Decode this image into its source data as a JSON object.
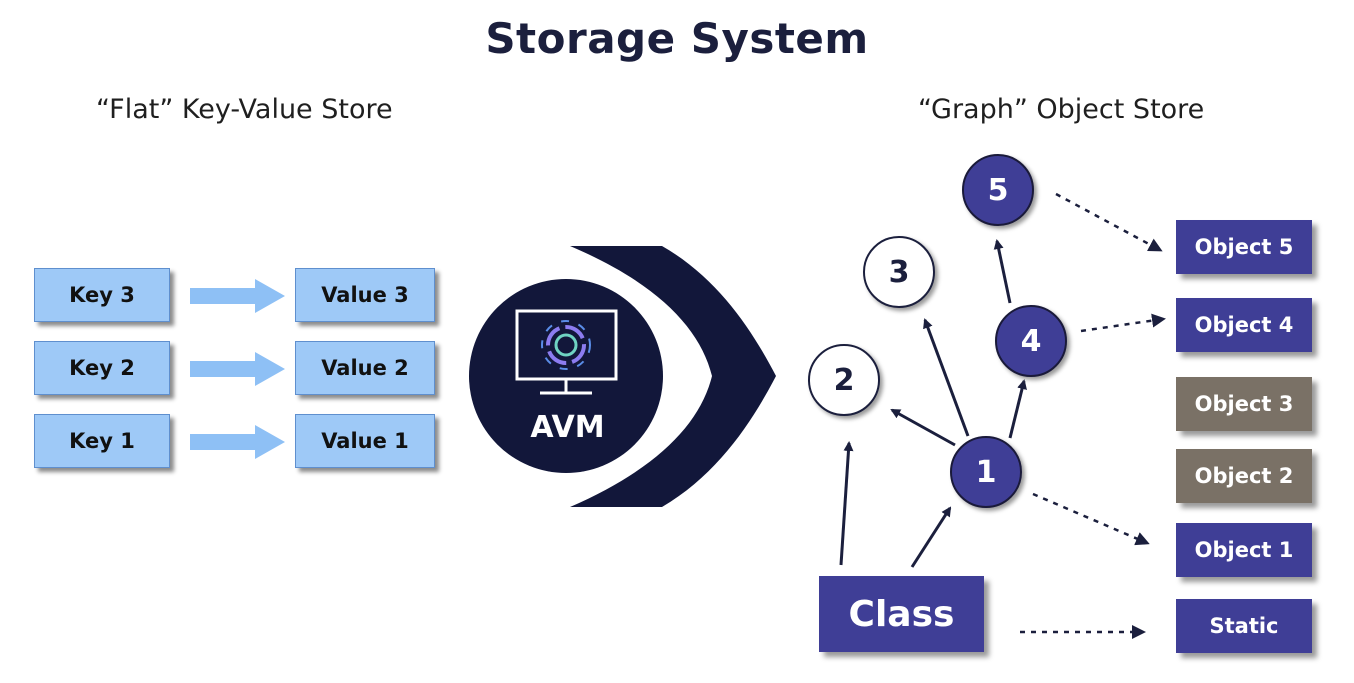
{
  "title": "Storage System",
  "flat_store": {
    "title": "“Flat” Key-Value Store",
    "pairs": [
      {
        "key": "Key 3",
        "value": "Value 3"
      },
      {
        "key": "Key 2",
        "value": "Value 2"
      },
      {
        "key": "Key 1",
        "value": "Value 1"
      }
    ]
  },
  "avm": {
    "label": "AVM",
    "icon": "monitor-logo-icon"
  },
  "graph_store": {
    "title": "“Graph” Object Store",
    "nodes": [
      "5",
      "3",
      "4",
      "2",
      "1"
    ],
    "objects": [
      "Object 5",
      "Object 4",
      "Object 3",
      "Object 2",
      "Object 1",
      "Static"
    ],
    "class_label": "Class"
  },
  "colors": {
    "title": "#1b1f3d",
    "key_value_fill": "#9ec9f7",
    "arrow_blue": "#8ec0f5",
    "node_purple": "#3f3e96",
    "object_gray": "#7a7166",
    "avm_navy": "#12173a"
  }
}
